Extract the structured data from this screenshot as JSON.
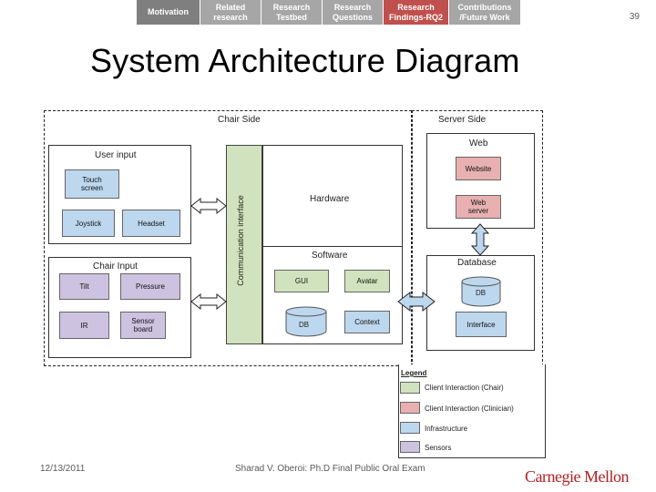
{
  "nav": {
    "tabs": [
      {
        "label": "Motivation"
      },
      {
        "label": "Related\nresearch"
      },
      {
        "label": "Research\nTestbed"
      },
      {
        "label": "Research\nQuestions"
      },
      {
        "label": "Research\nFindings-RQ2"
      },
      {
        "label": "Contributions\n/Future Work"
      }
    ]
  },
  "slide_number": "39",
  "title": "System Architecture Diagram",
  "diagram": {
    "chair_side": "Chair Side",
    "server_side": "Server Side",
    "user_input": {
      "label": "User input",
      "touch_screen": "Touch\nscreen",
      "joystick": "Joystick",
      "headset": "Headset"
    },
    "chair_input": {
      "label": "Chair Input",
      "tilt": "Tilt",
      "pressure": "Pressure",
      "ir": "IR",
      "sensor_board": "Sensor\nboard"
    },
    "communication_interface": "Communication interface",
    "hardware": "Hardware",
    "software": {
      "label": "Software",
      "gui": "GUI",
      "avatar": "Avatar",
      "db": "DB",
      "context": "Context"
    },
    "web": {
      "label": "Web",
      "website": "Website",
      "web_server": "Web\nserver"
    },
    "database": {
      "label": "Database",
      "db": "DB",
      "interface": "Interface"
    },
    "legend": {
      "title": "Legend",
      "items": [
        {
          "label": "Client Interaction (Chair)",
          "color": "#d1e3be"
        },
        {
          "label": "Client Interaction (Clinician)",
          "color": "#e8b0b0"
        },
        {
          "label": "Infrastructure",
          "color": "#bdd7ee"
        },
        {
          "label": "Sensors",
          "color": "#cdc3e0"
        }
      ]
    }
  },
  "footer": {
    "date": "12/13/2011",
    "presenter": "Sharad V. Oberoi: Ph.D Final Public Oral Exam",
    "logo": "Carnegie Mellon"
  },
  "colors": {
    "nav_active": "#c0504d",
    "nav_first": "#7f7f7f",
    "nav_default": "#a6a6a6",
    "brand": "#b22222"
  }
}
